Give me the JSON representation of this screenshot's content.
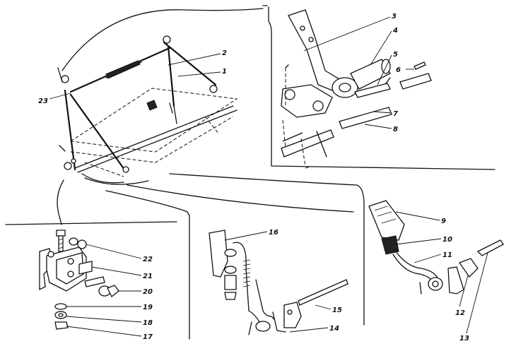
{
  "figure": {
    "type": "exploded-assembly-drawing",
    "callouts": [
      {
        "id": "1",
        "label": "1"
      },
      {
        "id": "2",
        "label": "2"
      },
      {
        "id": "3",
        "label": "3"
      },
      {
        "id": "4",
        "label": "4"
      },
      {
        "id": "5",
        "label": "5"
      },
      {
        "id": "6",
        "label": "6"
      },
      {
        "id": "7",
        "label": "7"
      },
      {
        "id": "8",
        "label": "8"
      },
      {
        "id": "9",
        "label": "9"
      },
      {
        "id": "10",
        "label": "10"
      },
      {
        "id": "11",
        "label": "11"
      },
      {
        "id": "12",
        "label": "12"
      },
      {
        "id": "13",
        "label": "13"
      },
      {
        "id": "14",
        "label": "14"
      },
      {
        "id": "15",
        "label": "15"
      },
      {
        "id": "16",
        "label": "16"
      },
      {
        "id": "17",
        "label": "17"
      },
      {
        "id": "18",
        "label": "18"
      },
      {
        "id": "19",
        "label": "19"
      },
      {
        "id": "20",
        "label": "20"
      },
      {
        "id": "21",
        "label": "21"
      },
      {
        "id": "22",
        "label": "22"
      },
      {
        "id": "23",
        "label": "23"
      }
    ]
  }
}
